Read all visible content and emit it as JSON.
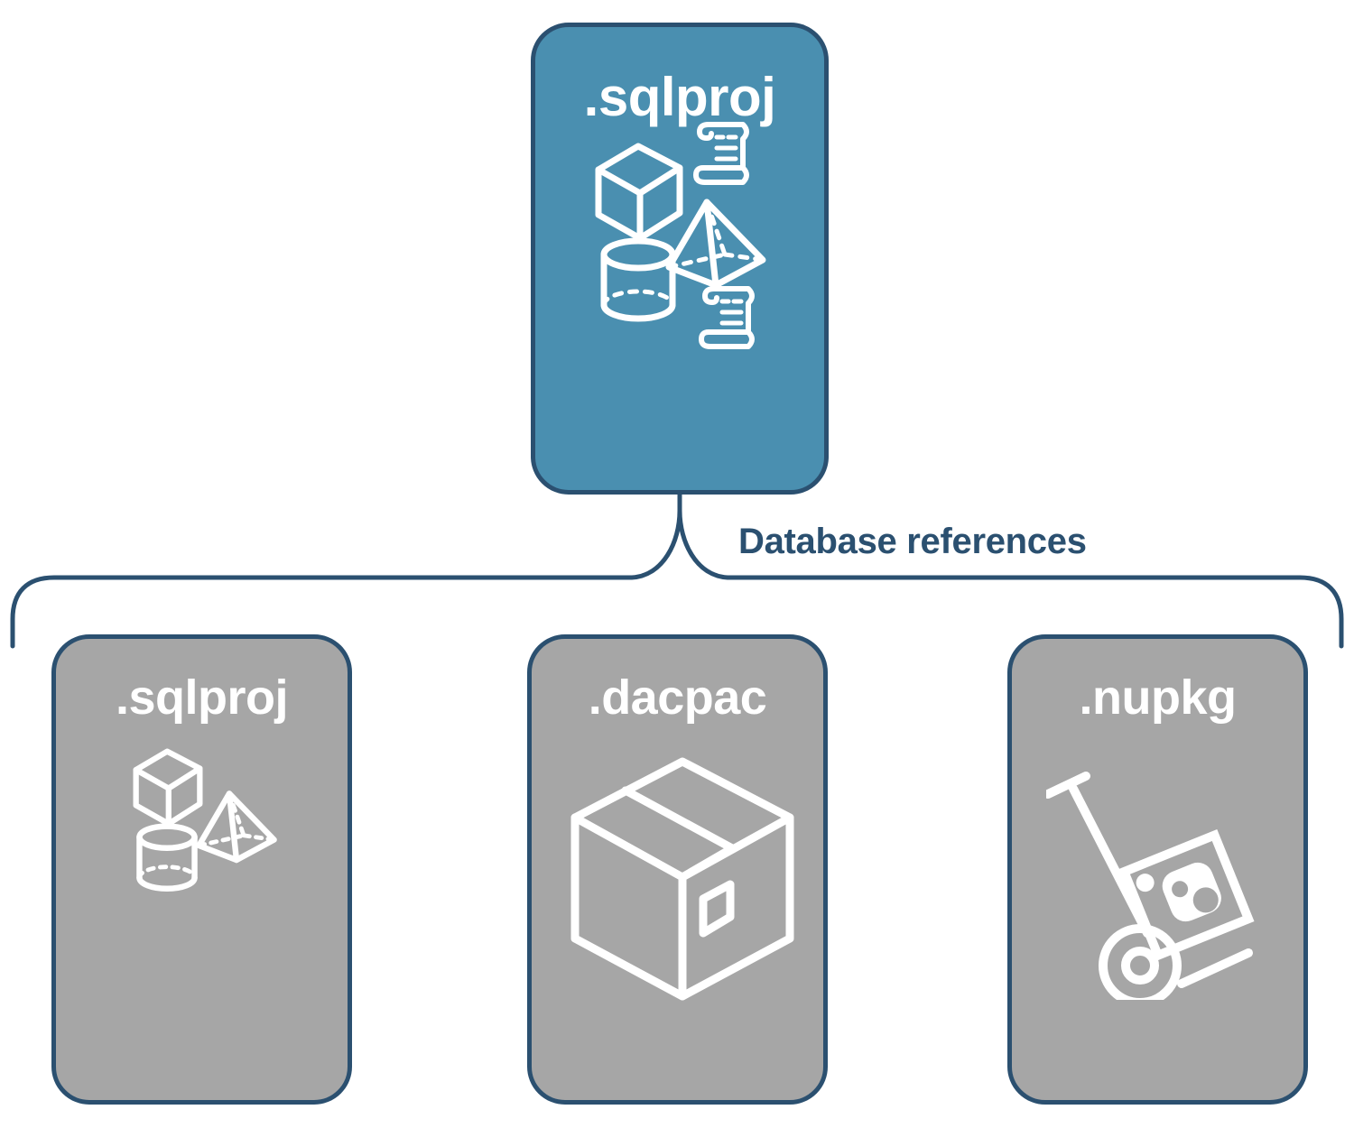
{
  "diagram": {
    "title_text": "Database references",
    "colors": {
      "primary_card_fill": "#4a8fb0",
      "secondary_card_fill": "#a6a6a6",
      "border": "#2b5070",
      "label_text": "#2b5070",
      "icon_stroke": "#ffffff",
      "background": "#ffffff"
    },
    "root": {
      "label": ".sqlproj",
      "icons": [
        "cube-icon",
        "scroll-icon",
        "pyramid-icon",
        "cylinder-icon",
        "scroll-icon"
      ]
    },
    "connector": {
      "label": "Database references",
      "type": "brace"
    },
    "references": [
      {
        "label": ".sqlproj",
        "icons": [
          "cube-icon",
          "pyramid-icon",
          "cylinder-icon"
        ]
      },
      {
        "label": ".dacpac",
        "icons": [
          "package-box-icon"
        ]
      },
      {
        "label": ".nupkg",
        "icons": [
          "hand-truck-icon",
          "nuget-package-icon"
        ]
      }
    ]
  }
}
